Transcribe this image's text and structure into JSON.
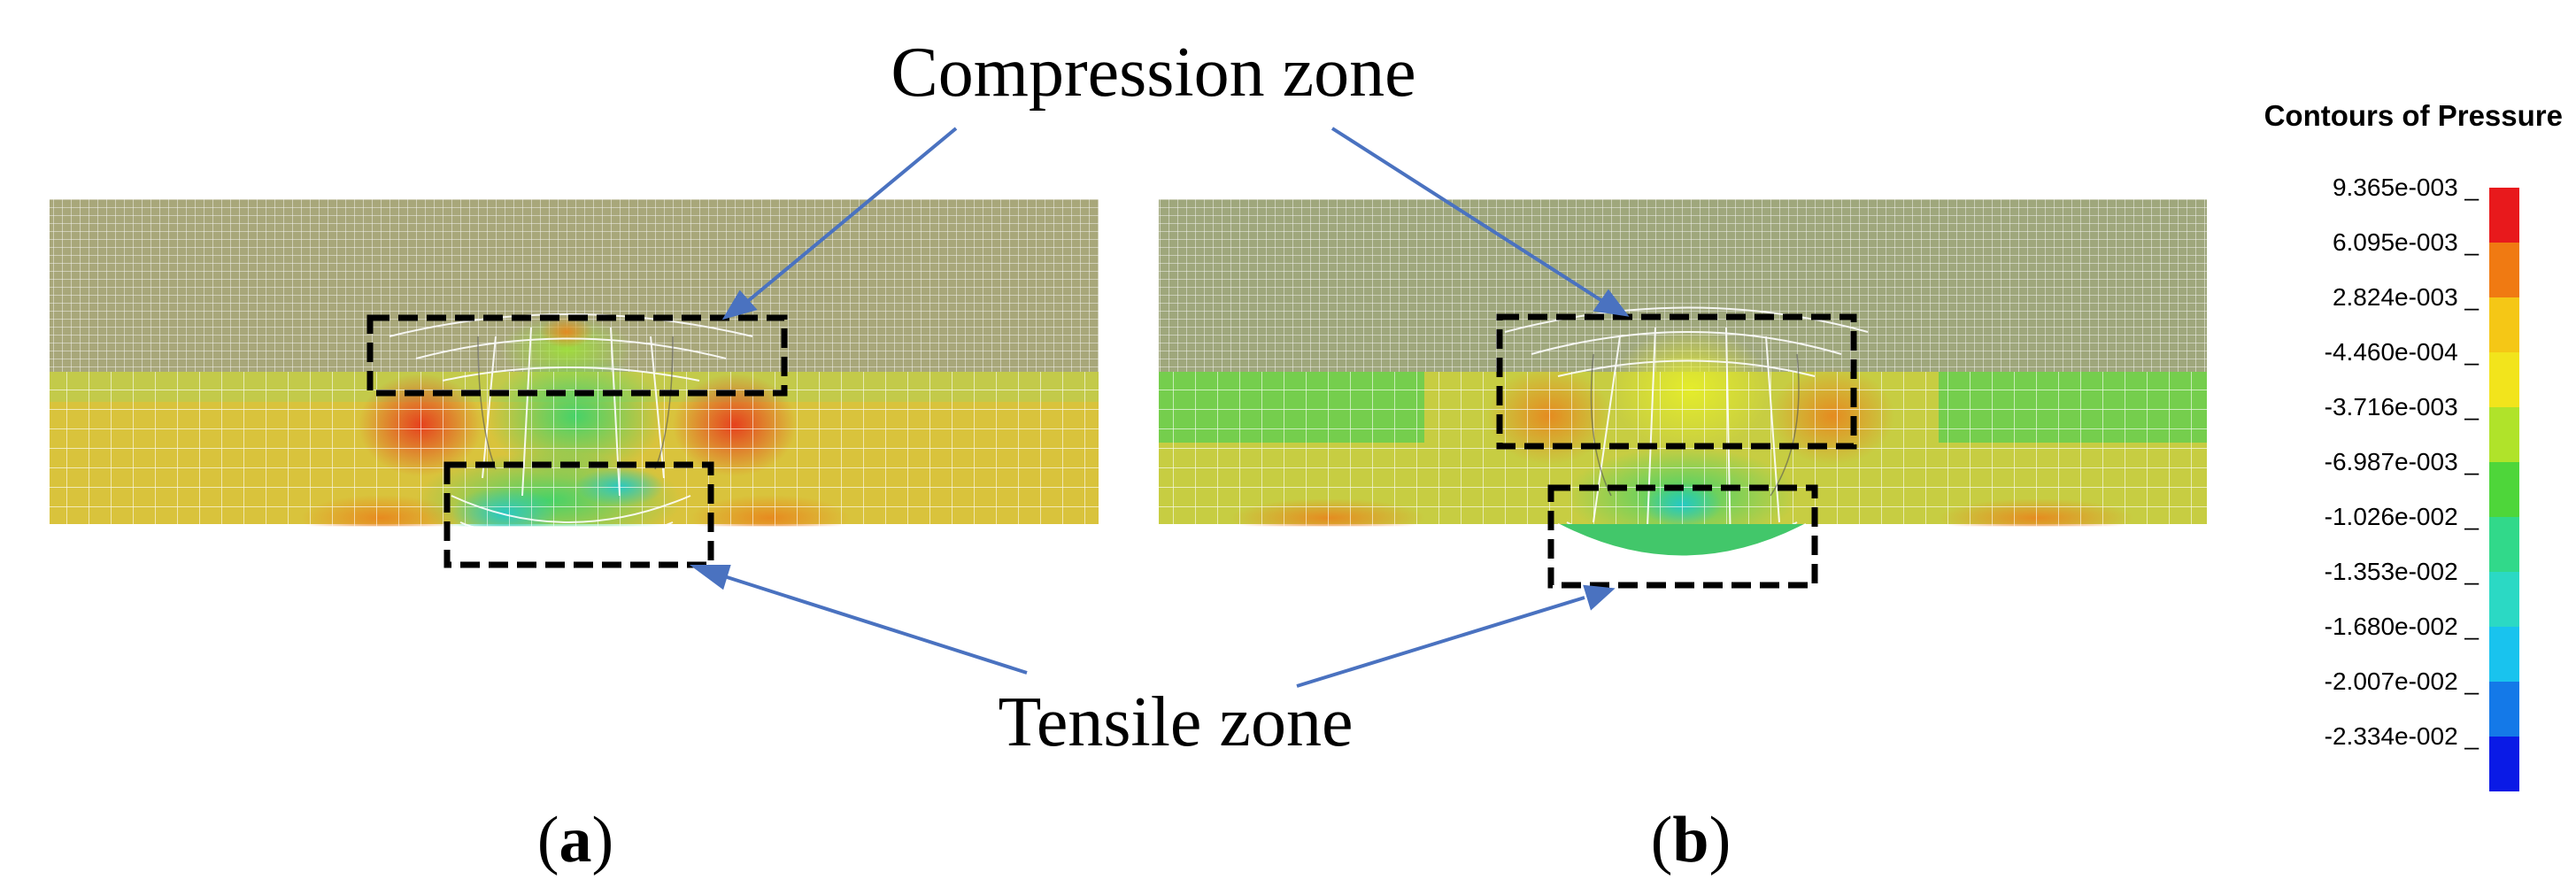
{
  "annotations": {
    "compression_zone": "Compression zone",
    "tensile_zone": "Tensile zone"
  },
  "panels": [
    {
      "id": "a",
      "label": "(a)",
      "label_letter": "a"
    },
    {
      "id": "b",
      "label": "(b)",
      "label_letter": "b"
    }
  ],
  "legend": {
    "title": "Contours of Pressure",
    "ticks": [
      "9.365e-003",
      "6.095e-003",
      "2.824e-003",
      "-4.460e-004",
      "-3.716e-003",
      "-6.987e-003",
      "-1.026e-002",
      "-1.353e-002",
      "-1.680e-002",
      "-2.007e-002",
      "-2.334e-002"
    ],
    "colors": [
      "#e8191c",
      "#f07a12",
      "#f5c716",
      "#f2e41c",
      "#b0e32a",
      "#4ed63a",
      "#31d98a",
      "#2bd9c4",
      "#19c3ee",
      "#1479e8",
      "#0a1ae6"
    ]
  },
  "colors": {
    "arrow": "#4a72c0",
    "box": "#000000",
    "mesh_line": "#ffffff"
  }
}
